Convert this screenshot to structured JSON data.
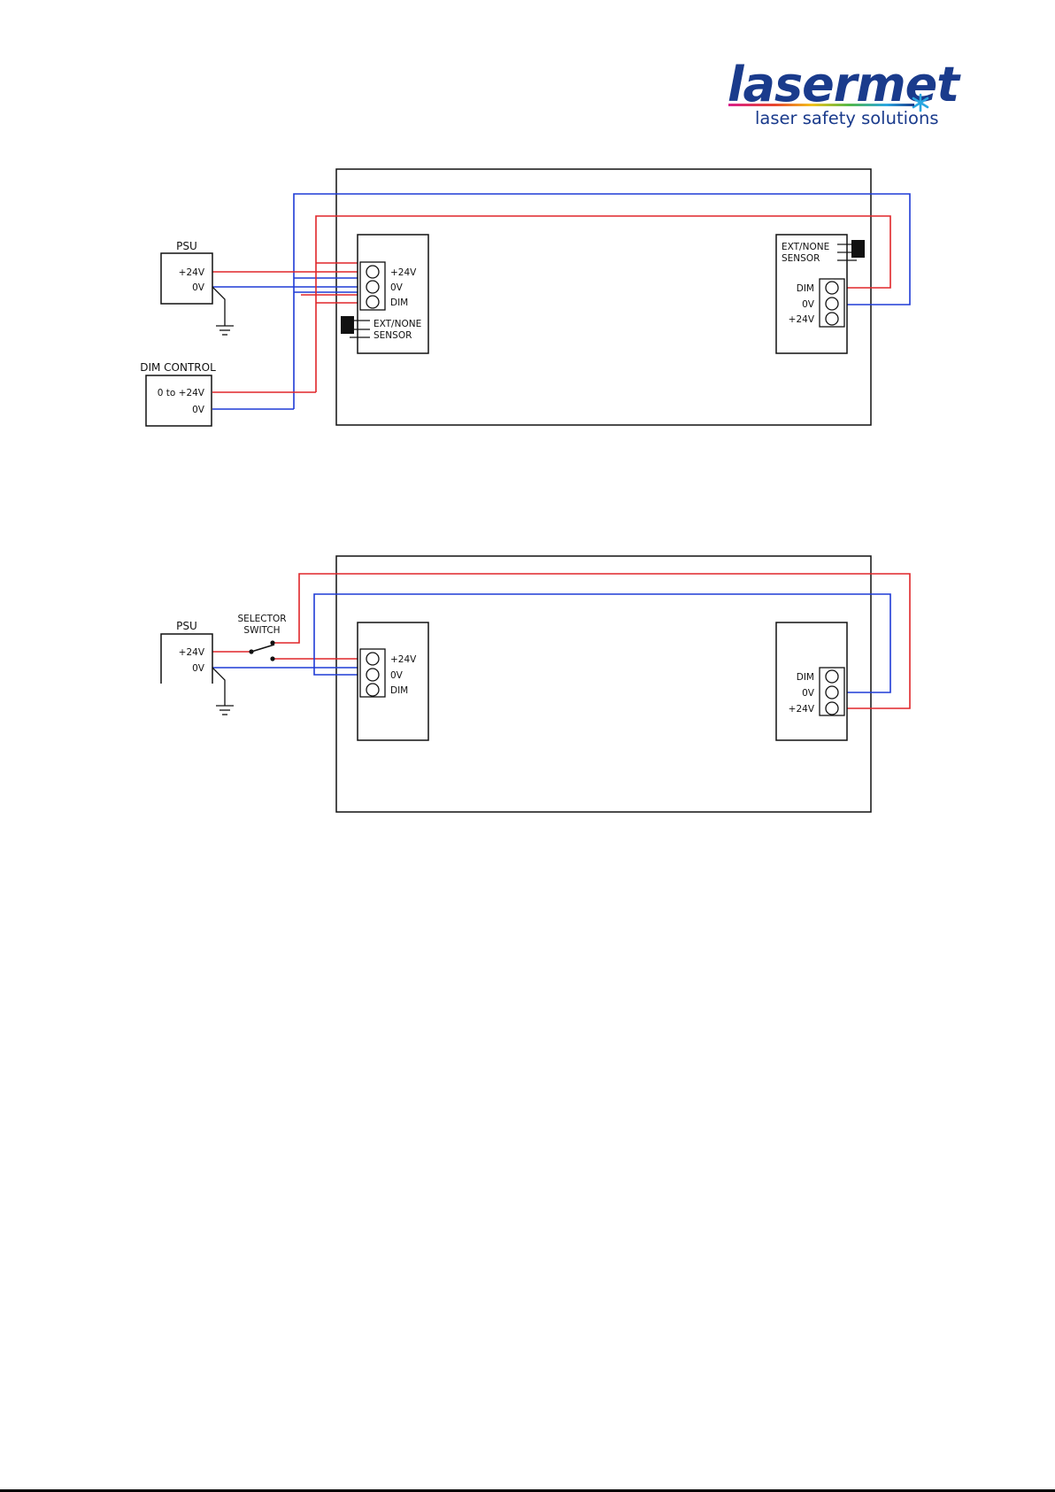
{
  "logo": {
    "name": "lasermet",
    "tagline": "laser safety solutions",
    "colors": {
      "brand": "#1a3b8c",
      "asterisk": "#2aa6e0"
    }
  },
  "colors": {
    "positive_wire": "#e0262a",
    "negative_wire": "#1f3bd6",
    "line": "#111111",
    "footer_bar": "#000000"
  },
  "diagram1": {
    "psu": {
      "title": "PSU",
      "plus": "+24V",
      "zero": "0V"
    },
    "dim_control": {
      "title": "DIM CONTROL",
      "range": "0 to +24V",
      "zero": "0V"
    },
    "left_module": {
      "pin1": "+24V",
      "pin2": "0V",
      "pin3": "DIM",
      "sensor_line1": "EXT/NONE",
      "sensor_line2": "SENSOR"
    },
    "right_module": {
      "sensor_line1": "EXT/NONE",
      "sensor_line2": "SENSOR",
      "pin1": "DIM",
      "pin2": "0V",
      "pin3": "+24V"
    }
  },
  "diagram2": {
    "psu": {
      "title": "PSU",
      "plus": "+24V",
      "zero": "0V"
    },
    "selector": {
      "line1": "SELECTOR",
      "line2": "SWITCH"
    },
    "left_module": {
      "pin1": "+24V",
      "pin2": "0V",
      "pin3": "DIM"
    },
    "right_module": {
      "pin1": "DIM",
      "pin2": "0V",
      "pin3": "+24V"
    }
  }
}
